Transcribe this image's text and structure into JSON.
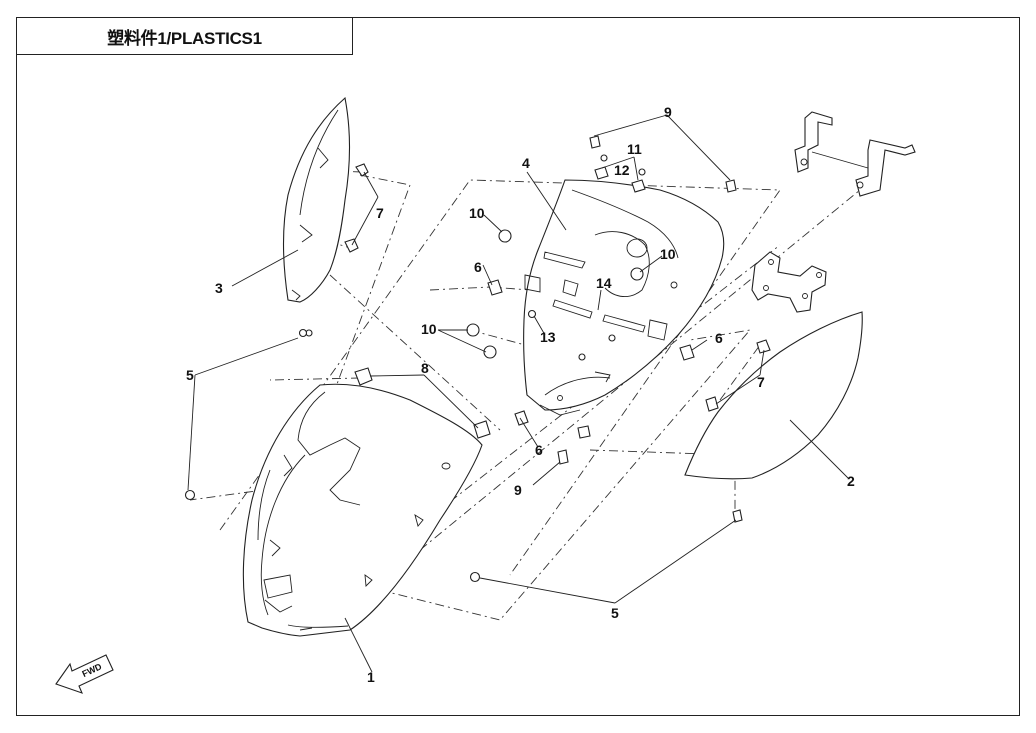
{
  "title": "塑料件1/PLASTICS1",
  "fwd_label": "FWD",
  "callouts": {
    "c1": "1",
    "c2": "2",
    "c3": "3",
    "c4": "4",
    "c5a": "5",
    "c5b": "5",
    "c6a": "6",
    "c6b": "6",
    "c6c": "6",
    "c7a": "7",
    "c7b": "7",
    "c8": "8",
    "c9a": "9",
    "c9b": "9",
    "c10a": "10",
    "c10b": "10",
    "c10c": "10",
    "c11": "11",
    "c12": "12",
    "c13": "13",
    "c14": "14"
  }
}
